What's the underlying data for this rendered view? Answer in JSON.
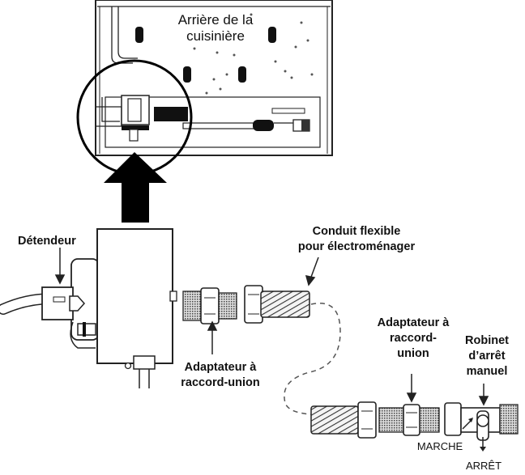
{
  "labels": {
    "range_back_line1": "Arrière de la",
    "range_back_line2": "cuisinière",
    "regulator": "Détendeur",
    "flex_line1": "Conduit flexible",
    "flex_line2": "pour électroménager",
    "adapter_left_line1": "Adaptateur à",
    "adapter_left_line2": "raccord-union",
    "adapter_right_line1": "Adaptateur à",
    "adapter_right_line2": "raccord-",
    "adapter_right_line3": "union",
    "valve_line1": "Robinet",
    "valve_line2": "d’arrêt",
    "valve_line3": "manuel",
    "on": "MARCHE",
    "off": "ARRÊT"
  }
}
